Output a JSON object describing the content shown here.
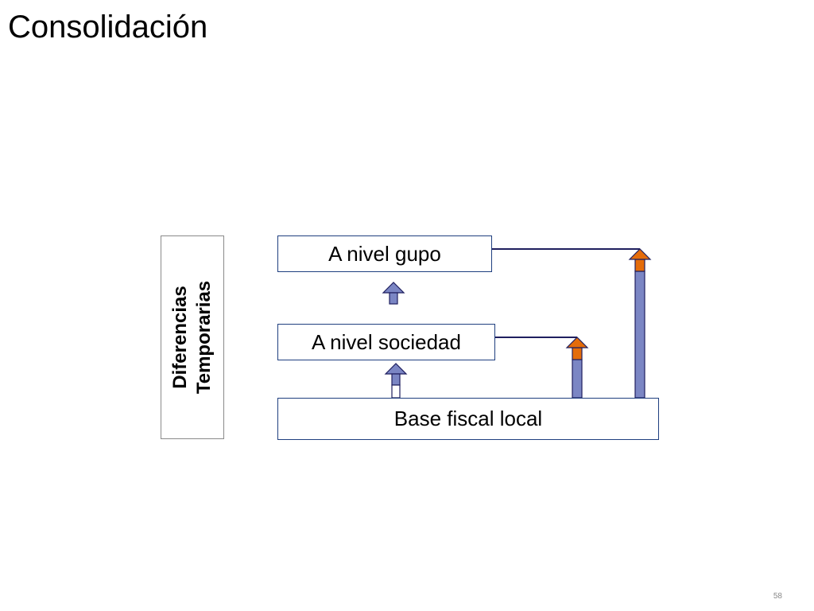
{
  "slide": {
    "title": "Consolidación",
    "page_number": "58"
  },
  "diagram": {
    "side_label_line1": "Diferencias",
    "side_label_line2": "Temporarias",
    "levels": {
      "group": "A nivel gupo",
      "company": "A nivel sociedad",
      "base": "Base fiscal local"
    },
    "colors": {
      "box_border": "#1f3f7f",
      "bar_fill": "#7b86c4",
      "bar_border": "#1f1f5f",
      "tip_fill": "#e46c0a",
      "side_box_border": "#8a8a8a"
    }
  }
}
